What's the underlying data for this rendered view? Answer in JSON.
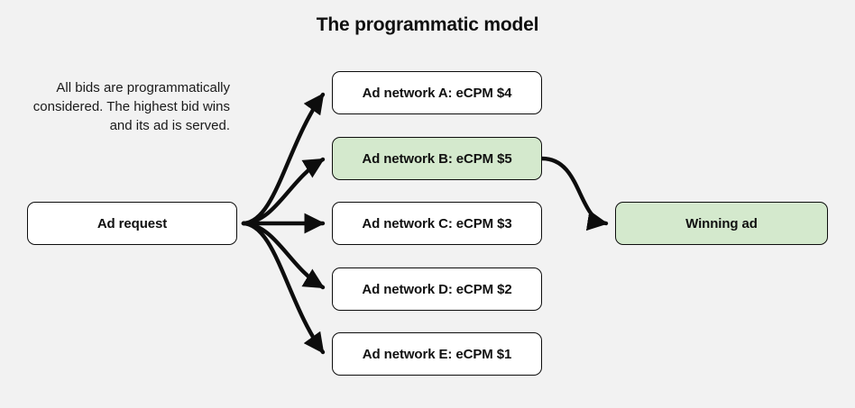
{
  "diagram": {
    "title": "The programmatic model",
    "caption": "All bids are programmatically considered. The highest bid wins and its ad is served.",
    "background_color": "#f2f2f2",
    "accent_color": "#d4e9cd",
    "stroke_color": "#0d0d0d",
    "request_node": {
      "label": "Ad request",
      "fill": "#ffffff"
    },
    "ad_networks": [
      {
        "label": "Ad network A: eCPM $4",
        "network": "A",
        "ecpm": 4,
        "fill": "#ffffff",
        "winner": false
      },
      {
        "label": "Ad network B: eCPM $5",
        "network": "B",
        "ecpm": 5,
        "fill": "#d4e9cd",
        "winner": true
      },
      {
        "label": "Ad network C: eCPM $3",
        "network": "C",
        "ecpm": 3,
        "fill": "#ffffff",
        "winner": false
      },
      {
        "label": "Ad network D: eCPM $2",
        "network": "D",
        "ecpm": 2,
        "fill": "#ffffff",
        "winner": false
      },
      {
        "label": "Ad network E: eCPM $1",
        "network": "E",
        "ecpm": 1,
        "fill": "#ffffff",
        "winner": false
      }
    ],
    "winner_node": {
      "label": "Winning ad",
      "fill": "#d4e9cd"
    }
  }
}
